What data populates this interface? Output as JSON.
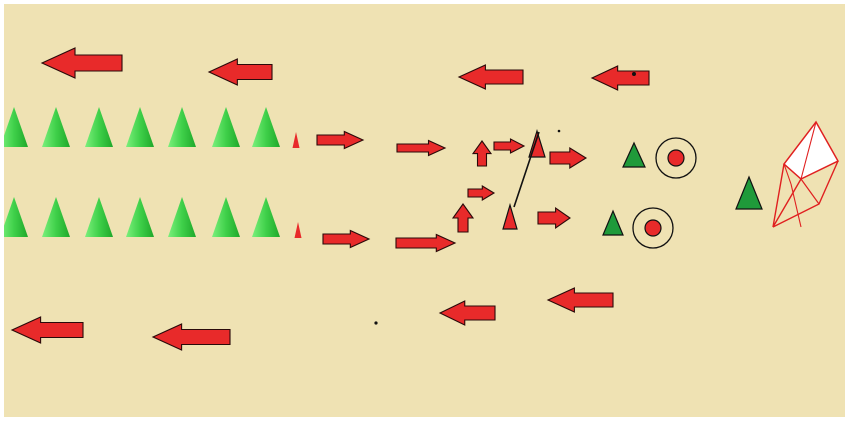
{
  "diagram": {
    "background": "#efe2b3",
    "colors": {
      "arrow_fill": "#e82a2a",
      "arrow_stroke": "#2a0a0a",
      "cone_light": "#5ee05e",
      "cone_dark": "#1faa2a",
      "marker_green": "#1f9a3a",
      "marker_red": "#e82a2a",
      "outline": "#111111"
    },
    "elements": [
      "cone-row-top",
      "cone-row-bottom",
      "small-red-cones",
      "right-arrows",
      "left-arrows",
      "target-circles",
      "goal-frame"
    ]
  }
}
